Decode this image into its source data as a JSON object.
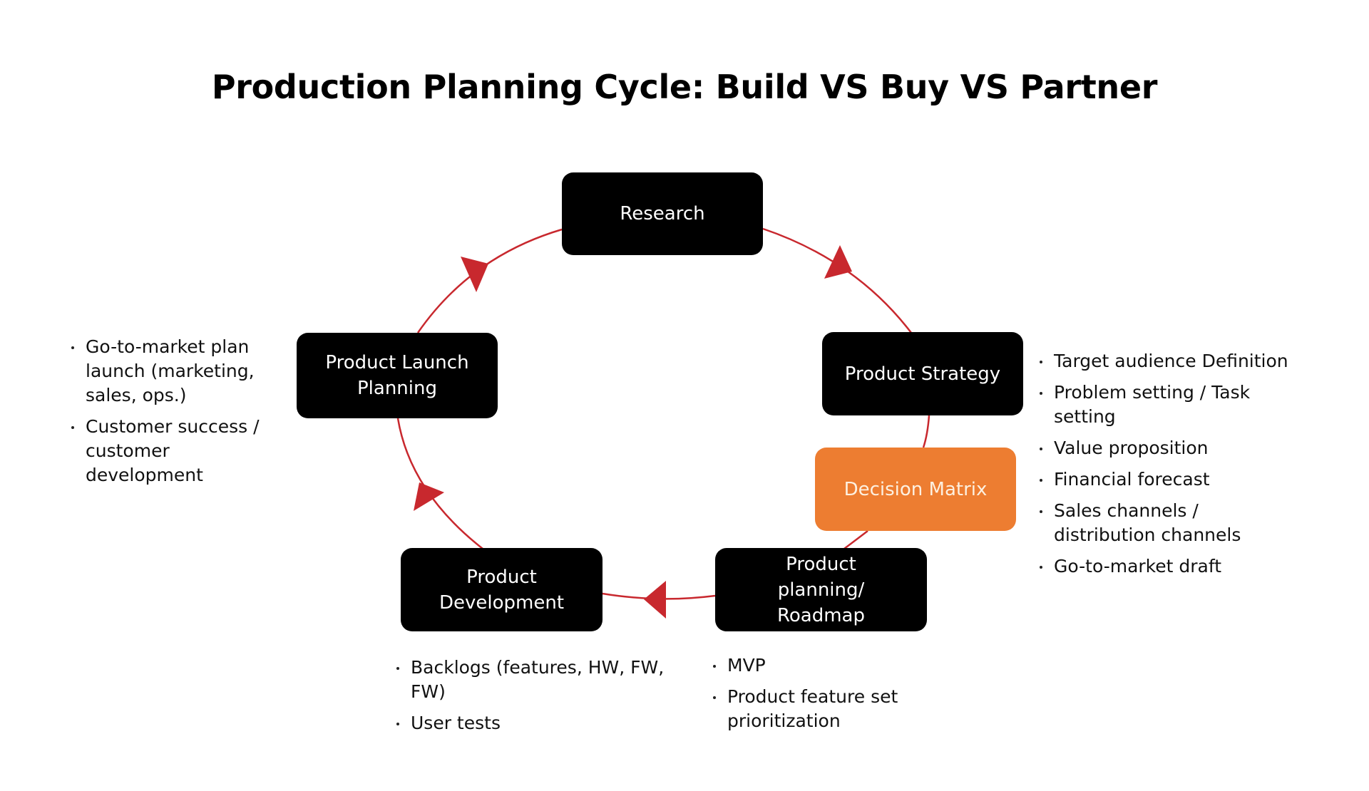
{
  "title": "Production Planning Cycle: Build VS Buy VS Partner",
  "colors": {
    "node": "#000000",
    "node_text": "#FFFFFF",
    "highlight": "#ED7D31",
    "highlight_text": "#FDF0E0",
    "connector": "#C8282E"
  },
  "nodes": {
    "research": {
      "label": "Research"
    },
    "product_strategy": {
      "label": "Product Strategy"
    },
    "decision_matrix": {
      "label": "Decision Matrix"
    },
    "product_planning": {
      "label": "Product\nplanning/\nRoadmap"
    },
    "product_development": {
      "label": "Product\nDevelopment"
    },
    "product_launch": {
      "label": "Product Launch\nPlanning"
    }
  },
  "flow": [
    "Research",
    "Product Strategy",
    "Decision Matrix",
    "Product planning/ Roadmap",
    "Product Development",
    "Product Launch Planning",
    "Research"
  ],
  "notes": {
    "product_launch": [
      "Go-to-market plan launch (marketing, sales, ops.)",
      "Customer success / customer development"
    ],
    "product_strategy": [
      "Target audience Definition",
      "Problem setting / Task setting",
      "Value proposition",
      "Financial forecast",
      "Sales channels / distribution channels",
      "Go-to-market draft"
    ],
    "product_development": [
      "Backlogs (features, HW, FW, FW)",
      "User tests"
    ],
    "product_planning": [
      "MVP",
      "Product feature set prioritization"
    ]
  }
}
